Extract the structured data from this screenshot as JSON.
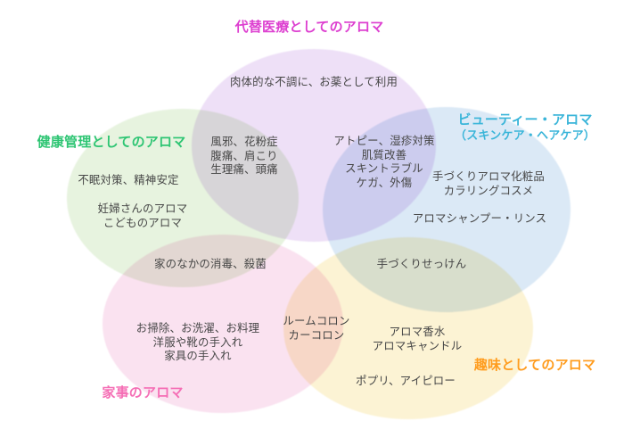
{
  "diagram_type": "venn",
  "text_color": "#474747",
  "circles": {
    "medical": {
      "title": "代替医療としてのアロマ",
      "fill": "#eee0f7",
      "title_color": "#dd3fd0"
    },
    "health": {
      "title": "健康管理としてのアロマ",
      "fill": "#e7f3df",
      "title_color": "#2ec573"
    },
    "beauty": {
      "title": "ビューティー・アロマ",
      "subtitle": "（スキンケア・ヘアケア）",
      "fill": "#dbe9f6",
      "title_color": "#3ab5d9"
    },
    "housework": {
      "title": "家事のアロマ",
      "fill": "#fae2f0",
      "title_color": "#f56eb5"
    },
    "hobby": {
      "title": "趣味としてのアロマ",
      "fill": "#fcf3d4",
      "title_color": "#ff9c1e"
    }
  },
  "items": {
    "medical_use": [
      "肉体的な不調に、お薬として利用"
    ],
    "colds": [
      "風邪、花粉症",
      "腹痛、肩こり",
      "生理痛、頭痛"
    ],
    "sleep": [
      "不眠対策、精神安定"
    ],
    "maternity": [
      "妊婦さんのアロマ",
      "こどものアロマ"
    ],
    "atopy": [
      "アトピー、湿疹対策",
      "肌質改善",
      "スキントラブル",
      "ケガ、外傷"
    ],
    "cosmetics": [
      "手づくりアロマ化粧品",
      "カラリングコスメ"
    ],
    "shampoo": [
      "アロマシャンプー・リンス"
    ],
    "disinfection": [
      "家のなかの消毒、殺菌"
    ],
    "soap": [
      "手づくりせっけん"
    ],
    "cleaning": [
      "お掃除、お洗濯、お料理",
      "洋服や靴の手入れ",
      "家具の手入れ"
    ],
    "cologne": [
      "ルームコロン",
      "カーコロン"
    ],
    "perfume": [
      "アロマ香水",
      "アロマキャンドル"
    ],
    "potpourri": [
      "ポプリ、アイピロー"
    ]
  }
}
